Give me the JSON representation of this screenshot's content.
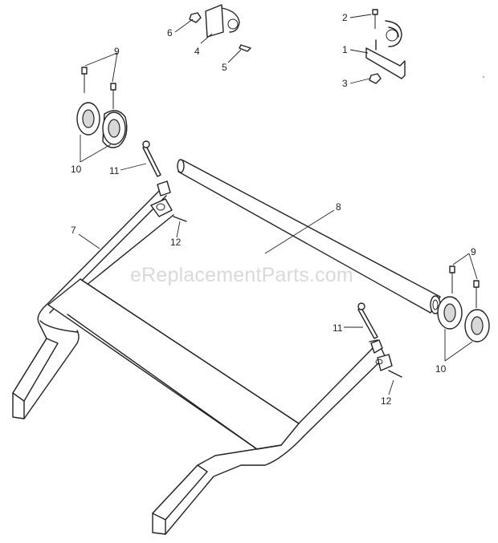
{
  "watermark": "eReplacementParts.com",
  "callouts": {
    "c1": "1",
    "c2": "2",
    "c3": "3",
    "c4": "4",
    "c5": "5",
    "c6": "6",
    "c7": "7",
    "c8": "8",
    "c9a": "9",
    "c9b": "9",
    "c10a": "10",
    "c10b": "10",
    "c11a": "11",
    "c11b": "11",
    "c12a": "12",
    "c12b": "12"
  }
}
